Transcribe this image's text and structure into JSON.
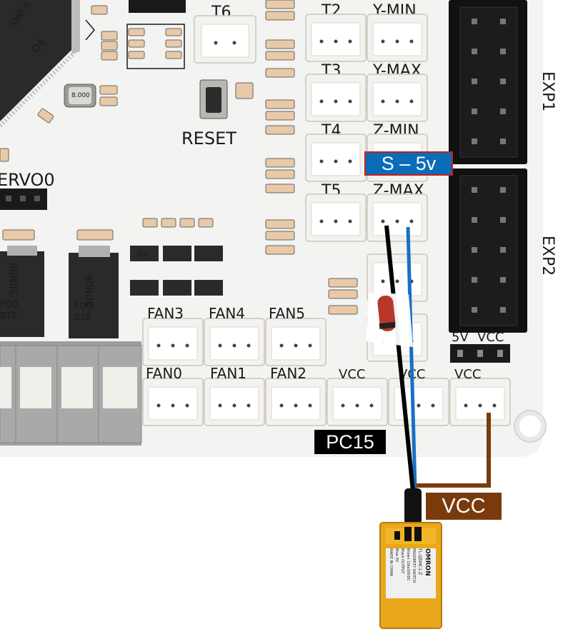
{
  "silkscreen": {
    "t6": "T6",
    "t2": "T2",
    "t3": "T3",
    "t4": "T4",
    "t5": "T5",
    "ymin": "Y-MIN",
    "ymax": "Y-MAX",
    "zmin": "Z-MIN",
    "zmax": "Z-MAX",
    "reset": "RESET",
    "servo": "ERVO0",
    "exp1": "EXP1",
    "exp2": "EXP2",
    "fan3": "FAN3",
    "fan4": "FAN4",
    "fan5": "FAN5",
    "fan0": "FAN0",
    "fan1": "FAN1",
    "fan2": "FAN2",
    "vcc_a": "VCC",
    "vcc_b": "VCC",
    "vcc_c": "VCC",
    "jumper_5v": "5V",
    "jumper_vcc": "VCC",
    "mosfet_a": "50N06",
    "mosfet_b": "50N06",
    "mosfet_fqd_a": "FQD",
    "mosfet_fqd_b": "FQD",
    "mosfet_code_a": "B18",
    "mosfet_code_b": "B18",
    "crystal": "8.000",
    "diode": "A07",
    "mcu_a": "SHP A",
    "mcu_b": "O4"
  },
  "overlay": {
    "signal_label": "S – 5v",
    "pin_label": "PC15",
    "power_label": "VCC"
  },
  "sensor": {
    "brand": "OMRON",
    "model": "TL-Q5MC1-Z",
    "line1": "PROXIMITY SWITCH",
    "line2": "Brown 10to30VDC",
    "line3": "Black OUTPUT",
    "line4": "Blue 0V",
    "made": "MADE IN CHINA"
  },
  "colors": {
    "board": "#f3f3f1",
    "connector": "#f4f2ee",
    "wire_signal": "#000000",
    "wire_blue": "#1a6fc4",
    "wire_brown": "#7a3b0c",
    "sensor_body": "#e9a81c",
    "label_blue": "#0b6db8",
    "label_brown": "#7a3b0c",
    "label_border": "#c41e1e"
  }
}
